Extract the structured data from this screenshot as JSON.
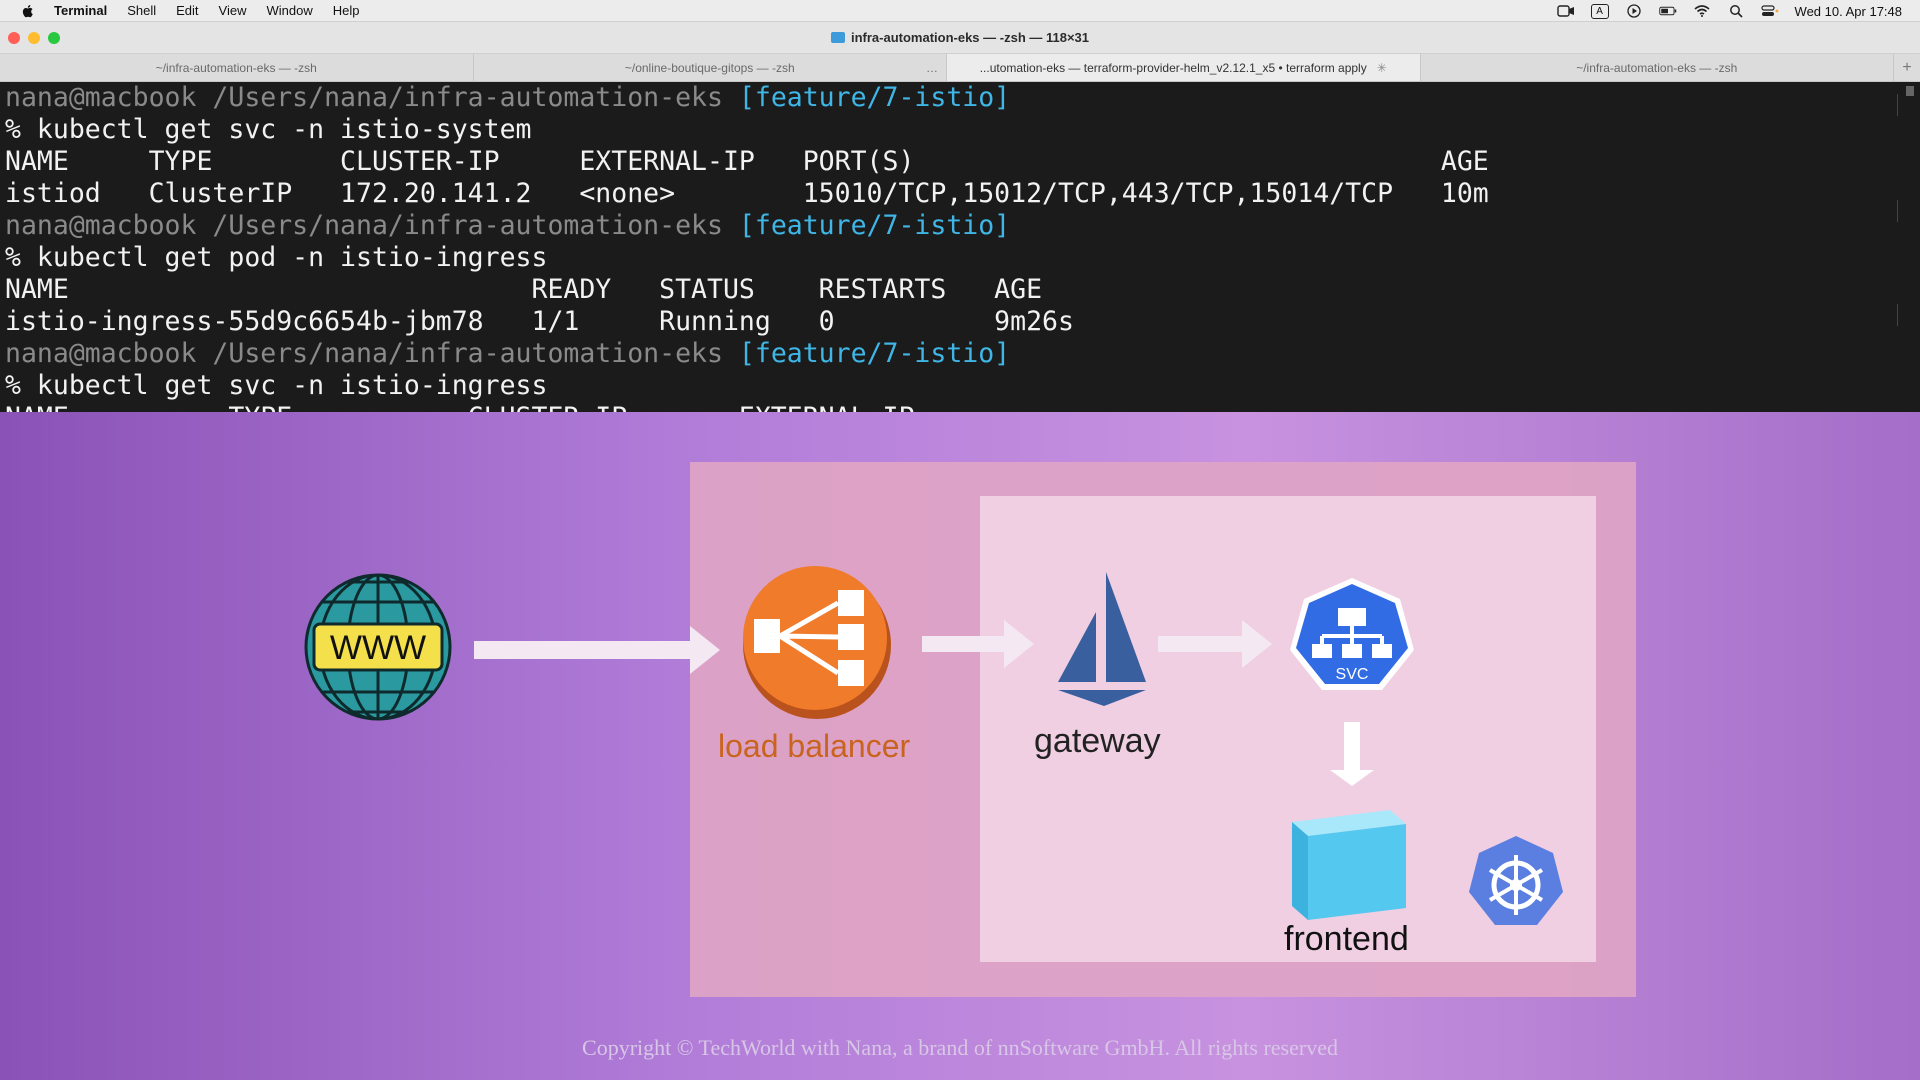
{
  "menubar": {
    "app_name": "Terminal",
    "items": [
      "Shell",
      "Edit",
      "View",
      "Window",
      "Help"
    ],
    "input_source": "A",
    "datetime": "Wed 10. Apr  17:48"
  },
  "window": {
    "title": "infra-automation-eks — -zsh — 118×31"
  },
  "tabs": [
    {
      "label": "~/infra-automation-eks — -zsh"
    },
    {
      "label": "~/online-boutique-gitops — -zsh"
    },
    {
      "label": "...utomation-eks — terraform-provider-helm_v2.12.1_x5 • terraform apply"
    },
    {
      "label": "~/infra-automation-eks — -zsh"
    }
  ],
  "terminal": {
    "prompt_user": "nana@macbook",
    "prompt_path": "/Users/nana/infra-automation-eks",
    "prompt_branch": "[feature/7-istio]",
    "lines": [
      {
        "kind": "prompt"
      },
      {
        "kind": "text",
        "text": "% kubectl get svc -n istio-system"
      },
      {
        "kind": "text",
        "text": "NAME     TYPE        CLUSTER-IP     EXTERNAL-IP   PORT(S)                                 AGE"
      },
      {
        "kind": "text",
        "text": "istiod   ClusterIP   172.20.141.2   <none>        15010/TCP,15012/TCP,443/TCP,15014/TCP   10m"
      },
      {
        "kind": "prompt"
      },
      {
        "kind": "text",
        "text": "% kubectl get pod -n istio-ingress"
      },
      {
        "kind": "text",
        "text": "NAME                             READY   STATUS    RESTARTS   AGE"
      },
      {
        "kind": "text",
        "text": "istio-ingress-55d9c6654b-jbm78   1/1     Running   0          9m26s"
      },
      {
        "kind": "prompt"
      },
      {
        "kind": "text",
        "text": "% kubectl get svc -n istio-ingress"
      },
      {
        "kind": "text",
        "text": "NAME          TYPE           CLUSTER-IP       EXTERNAL-IP"
      }
    ]
  },
  "diagram": {
    "www_label": "WWW",
    "load_balancer_label": "load balancer",
    "gateway_label": "gateway",
    "svc_label": "SVC",
    "frontend_label": "frontend",
    "colors": {
      "load_balancer": "#f07b2a",
      "gateway": "#3a5f9e",
      "svc": "#326ce5",
      "frontend_cube": "#55c8f0",
      "kubernetes": "#5b7fe0",
      "outer_zone": "#dea3c5",
      "inner_zone": "#f0cfe2"
    }
  },
  "copyright": "Copyright © TechWorld with Nana, a brand of nnSoftware GmbH. All rights reserved"
}
